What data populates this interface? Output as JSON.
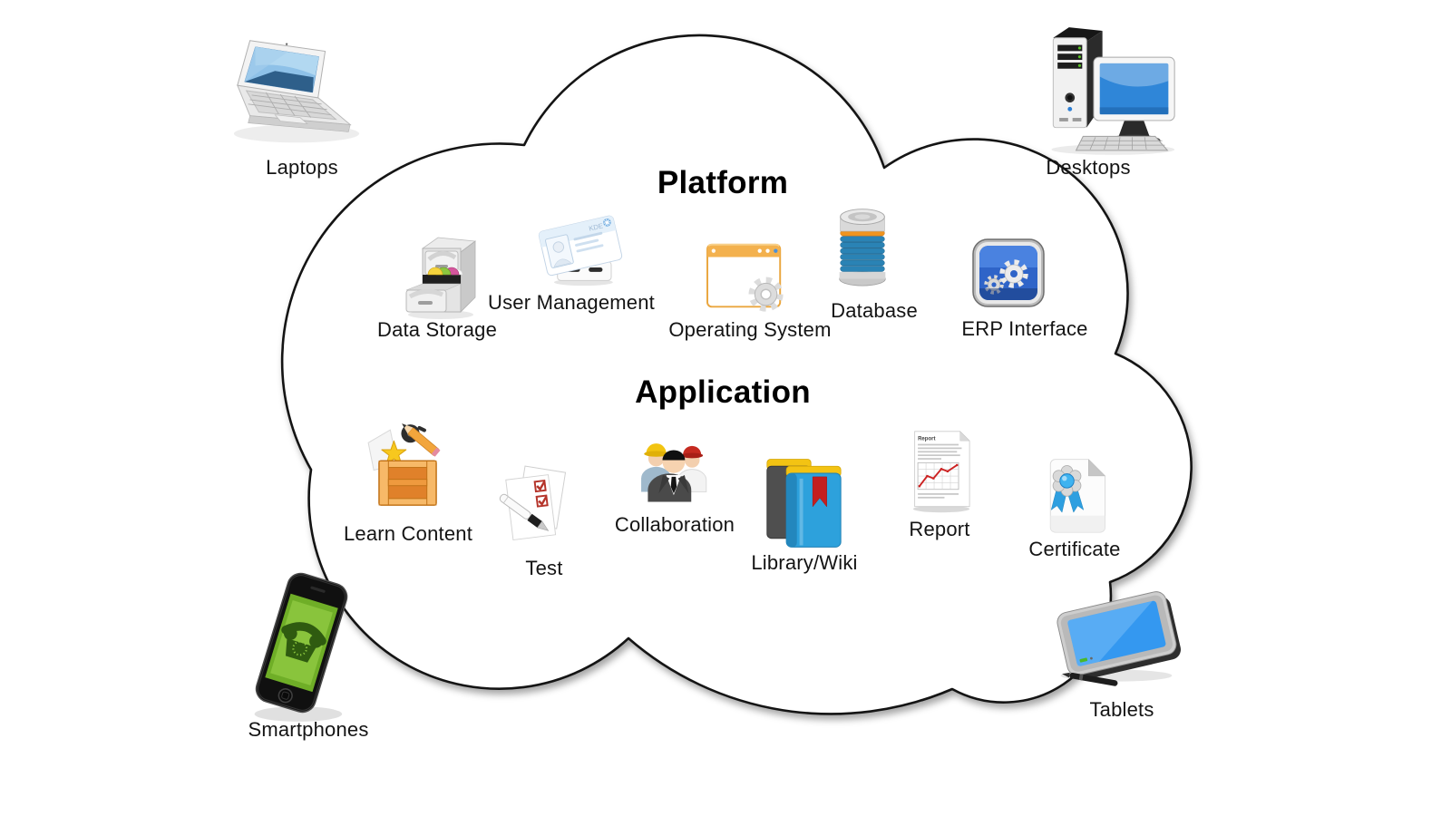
{
  "canvas": {
    "background": "#ffffff",
    "cloud_fill": "#ffffff",
    "cloud_outline": "#141414",
    "title_color": "#000000",
    "label_color": "#141414"
  },
  "sections": [
    {
      "title": "Platform",
      "items": [
        {
          "label": "Data Storage",
          "icon": "file-cabinet-icon"
        },
        {
          "label": "User Management",
          "icon": "id-card-icon"
        },
        {
          "label": "Operating System",
          "icon": "window-gear-icon"
        },
        {
          "label": "Database",
          "icon": "database-cylinder-icon"
        },
        {
          "label": "ERP Interface",
          "icon": "gears-app-icon"
        }
      ]
    },
    {
      "title": "Application",
      "items": [
        {
          "label": "Learn Content",
          "icon": "crate-tools-icon"
        },
        {
          "label": "Test",
          "icon": "checklist-pen-icon"
        },
        {
          "label": "Collaboration",
          "icon": "people-group-icon"
        },
        {
          "label": "Library/Wiki",
          "icon": "books-icon"
        },
        {
          "label": "Report",
          "icon": "chart-document-icon"
        },
        {
          "label": "Certificate",
          "icon": "ribbon-document-icon"
        }
      ]
    }
  ],
  "devices": [
    {
      "label": "Laptops",
      "icon": "laptop-icon"
    },
    {
      "label": "Desktops",
      "icon": "desktop-computer-icon"
    },
    {
      "label": "Smartphones",
      "icon": "smartphone-icon"
    },
    {
      "label": "Tablets",
      "icon": "tablet-stylus-icon"
    }
  ],
  "embedded_text": {
    "card_brand": "KDE",
    "report_title": "Report"
  }
}
